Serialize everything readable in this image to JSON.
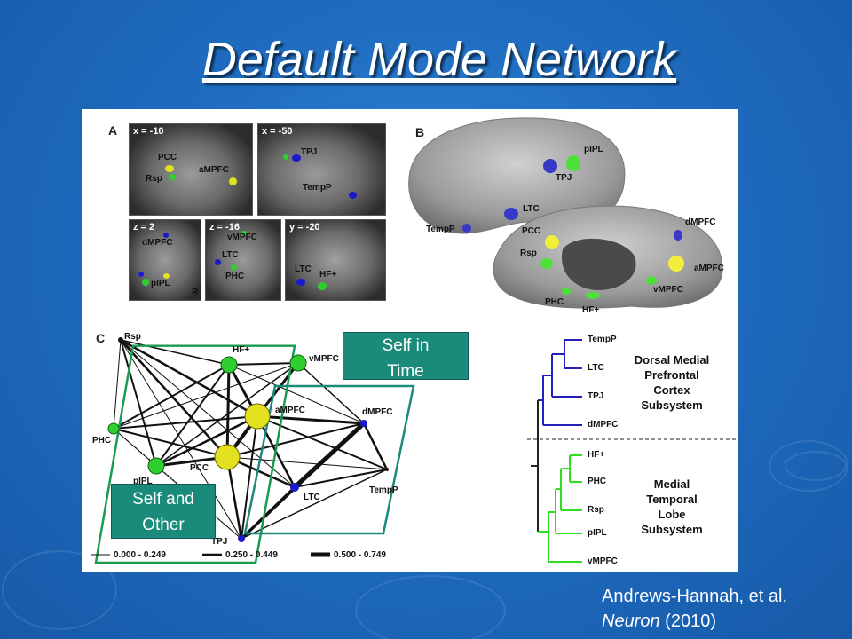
{
  "title": "Default Mode Network",
  "citation": {
    "authors": "Andrews-Hannah, et al.",
    "journal": "Neuron",
    "year": "(2010)"
  },
  "panels": {
    "a": "A",
    "b": "B",
    "c": "C"
  },
  "panel_a": {
    "slices": [
      {
        "coord": "x = -10",
        "labels": [
          "PCC",
          "Rsp",
          "aMPFC"
        ]
      },
      {
        "coord": "x = -50",
        "labels": [
          "TPJ",
          "TempP"
        ]
      },
      {
        "coord": "z = 2",
        "labels": [
          "dMPFC",
          "pIPL",
          "R"
        ]
      },
      {
        "coord": "z = -16",
        "labels": [
          "vMPFC",
          "LTC",
          "PHC"
        ]
      },
      {
        "coord": "y = -20",
        "labels": [
          "LTC",
          "HF+"
        ]
      }
    ]
  },
  "panel_b": {
    "labels": [
      "pIPL",
      "TPJ",
      "LTC",
      "TempP",
      "dMPFC",
      "PCC",
      "Rsp",
      "aMPFC",
      "vMPFC",
      "PHC",
      "HF+"
    ]
  },
  "panel_c": {
    "nodes": [
      "Rsp",
      "HF+",
      "vMPFC",
      "aMPFC",
      "dMPFC",
      "PHC",
      "pIPL",
      "PCC",
      "LTC",
      "TempP",
      "TPJ"
    ],
    "legend": [
      "0.000 - 0.249",
      "0.250 - 0.449",
      "0.500 - 0.749"
    ],
    "overlays": {
      "self_in_time": "Self in Time",
      "self_and_other": "Self and Other"
    }
  },
  "dendrogram": {
    "dorsal_leaves": [
      "TempP",
      "LTC",
      "TPJ",
      "dMPFC"
    ],
    "medial_leaves": [
      "HF+",
      "PHC",
      "Rsp",
      "pIPL",
      "vMPFC"
    ],
    "dorsal_label": [
      "Dorsal Medial",
      "Prefrontal",
      "Cortex",
      "Subsystem"
    ],
    "medial_label": [
      "Medial",
      "Temporal",
      "Lobe",
      "Subsystem"
    ],
    "colors": {
      "dorsal": "#2222bb",
      "medial": "#33dd22"
    }
  },
  "colors": {
    "core": "#e3e01f",
    "medial": "#2fcf2f",
    "dorsal": "#1a1acc",
    "overlay": "#1a8a7a"
  }
}
